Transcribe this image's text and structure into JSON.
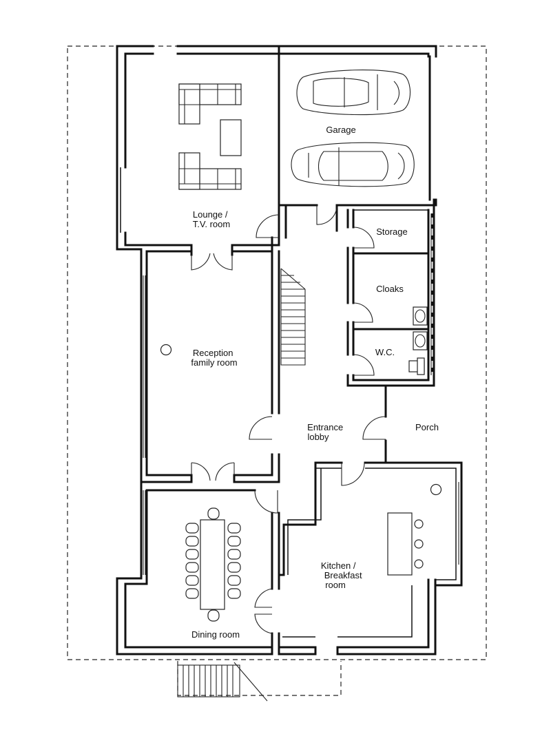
{
  "rooms": {
    "lounge": [
      "Lounge /",
      "T.V. room"
    ],
    "garage": [
      "Garage"
    ],
    "storage": [
      "Storage"
    ],
    "cloaks": [
      "Cloaks"
    ],
    "wc": [
      "W.C."
    ],
    "reception": [
      "Reception",
      "family room"
    ],
    "entrance": [
      "Entrance",
      "lobby"
    ],
    "porch": [
      "Porch"
    ],
    "kitchen": [
      "Kitchen /",
      "Breakfast",
      "room"
    ],
    "dining": [
      "Dining room"
    ]
  }
}
